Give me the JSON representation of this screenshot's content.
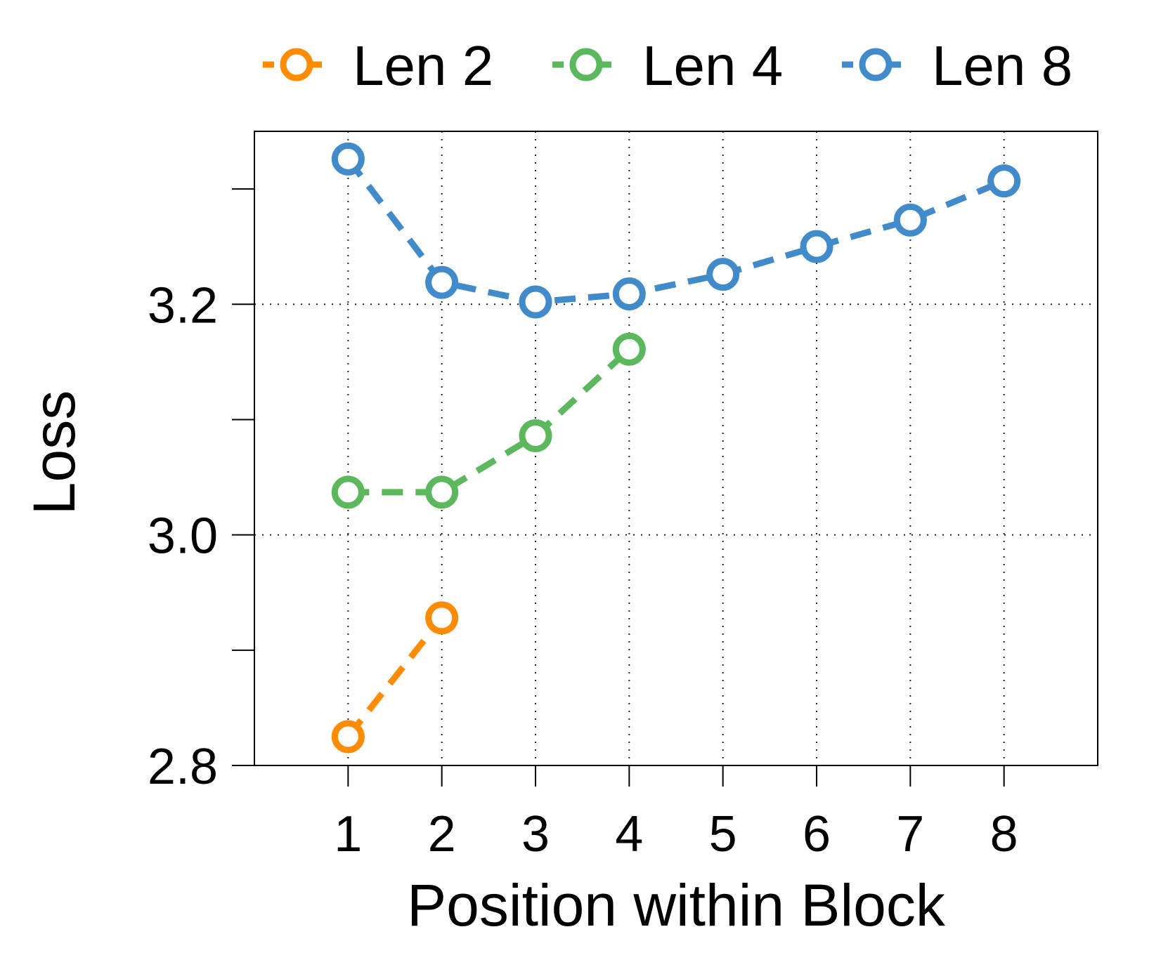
{
  "chart_data": {
    "type": "line",
    "title": "",
    "xlabel": "Position within Block",
    "ylabel": "Loss",
    "x_ticks": [
      "1",
      "2",
      "3",
      "4",
      "5",
      "6",
      "7",
      "8"
    ],
    "y_ticks": [
      "2.8",
      "3.0",
      "3.2"
    ],
    "xlim": [
      0,
      9
    ],
    "ylim": [
      2.8,
      3.35
    ],
    "grid": true,
    "legend_position": "top",
    "series": [
      {
        "name": "Len 2",
        "color": "#ff8c00",
        "line_style": "dashed",
        "marker": "open-circle",
        "x": [
          1,
          2
        ],
        "y": [
          2.825,
          2.928
        ]
      },
      {
        "name": "Len 4",
        "color": "#5cb85c",
        "line_style": "dashed",
        "marker": "open-circle",
        "x": [
          1,
          2,
          3,
          4
        ],
        "y": [
          3.037,
          3.037,
          3.086,
          3.161
        ]
      },
      {
        "name": "Len 8",
        "color": "#428bca",
        "line_style": "dashed",
        "marker": "open-circle",
        "x": [
          1,
          2,
          3,
          4,
          5,
          6,
          7,
          8
        ],
        "y": [
          3.326,
          3.219,
          3.202,
          3.209,
          3.226,
          3.25,
          3.273,
          3.307
        ]
      }
    ]
  }
}
